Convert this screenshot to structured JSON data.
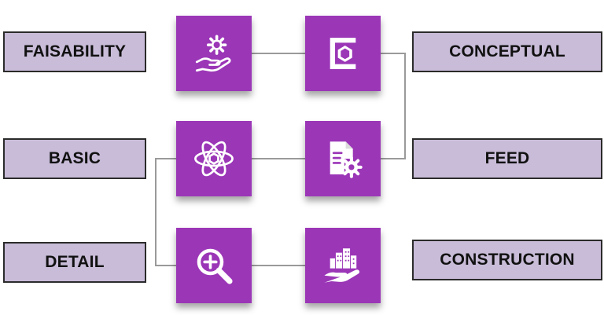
{
  "colors": {
    "tile": "#9b36b7",
    "label_fill": "#c8bcd8",
    "label_border": "#2b2b2b",
    "connector": "#9a9a9a",
    "icon": "#ffffff"
  },
  "stages": [
    {
      "label": "FAISABILITY",
      "icon": "hand-gear-icon"
    },
    {
      "label": "CONCEPTUAL",
      "icon": "cube-bracket-icon"
    },
    {
      "label": "FEED",
      "icon": "document-gear-icon"
    },
    {
      "label": "BASIC",
      "icon": "atom-icon"
    },
    {
      "label": "DETAIL",
      "icon": "magnifier-plus-icon"
    },
    {
      "label": "CONSTRUCTION",
      "icon": "hand-buildings-icon"
    }
  ]
}
